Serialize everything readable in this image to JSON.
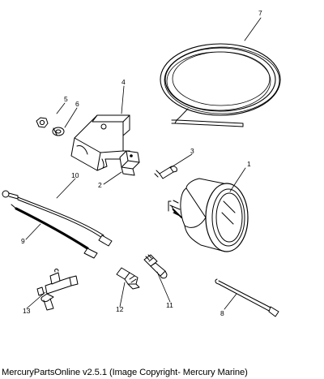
{
  "callouts": {
    "c1": "1",
    "c2": "2",
    "c3": "3",
    "c4": "4",
    "c5": "5",
    "c6": "6",
    "c7": "7",
    "c8": "8",
    "c9": "9",
    "c10": "10",
    "c11": "11",
    "c12": "12",
    "c13": "13"
  },
  "footer": {
    "text": "MercuryPartsOnline v2.5.1 (Image Copyright- Mercury Marine)"
  }
}
